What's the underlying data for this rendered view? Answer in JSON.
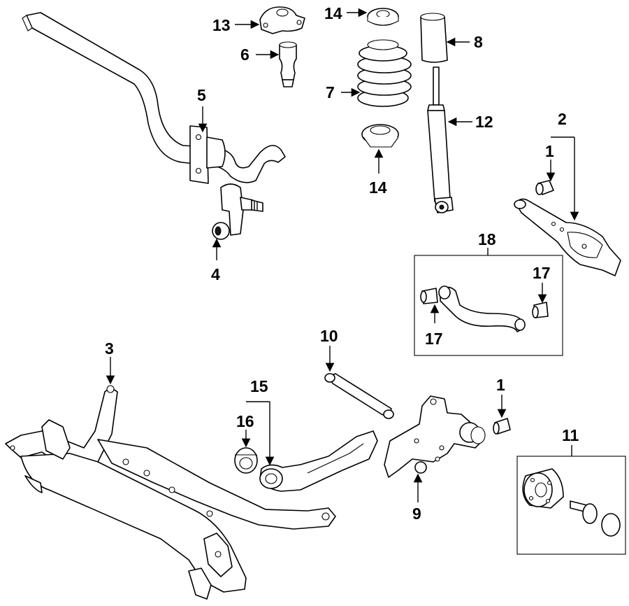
{
  "diagram": {
    "callouts": [
      {
        "id": "c1a",
        "text": "1"
      },
      {
        "id": "c1b",
        "text": "1"
      },
      {
        "id": "c2",
        "text": "2"
      },
      {
        "id": "c3",
        "text": "3"
      },
      {
        "id": "c4",
        "text": "4"
      },
      {
        "id": "c5",
        "text": "5"
      },
      {
        "id": "c6",
        "text": "6"
      },
      {
        "id": "c7",
        "text": "7"
      },
      {
        "id": "c8",
        "text": "8"
      },
      {
        "id": "c9",
        "text": "9"
      },
      {
        "id": "c10",
        "text": "10"
      },
      {
        "id": "c11",
        "text": "11"
      },
      {
        "id": "c12",
        "text": "12"
      },
      {
        "id": "c13",
        "text": "13"
      },
      {
        "id": "c14a",
        "text": "14"
      },
      {
        "id": "c14b",
        "text": "14"
      },
      {
        "id": "c15",
        "text": "15"
      },
      {
        "id": "c16",
        "text": "16"
      },
      {
        "id": "c17a",
        "text": "17"
      },
      {
        "id": "c17b",
        "text": "17"
      },
      {
        "id": "c18",
        "text": "18"
      }
    ]
  }
}
